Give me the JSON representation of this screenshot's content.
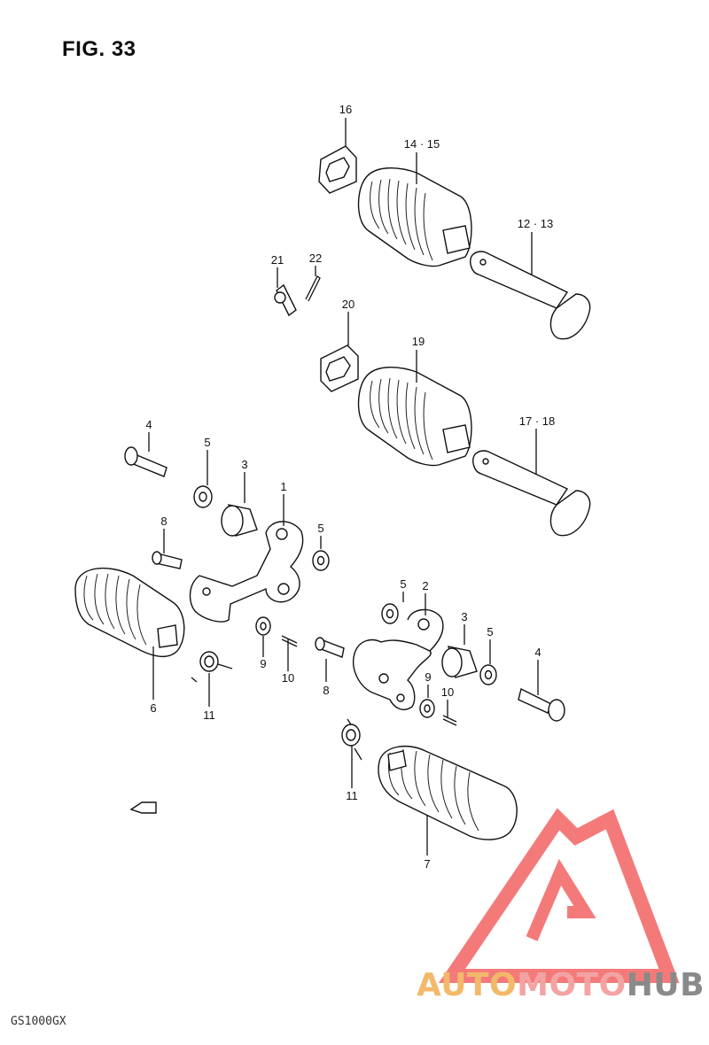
{
  "figure_title": "FIG. 33",
  "model_code": "GS1000GX",
  "watermark": {
    "parts": [
      "AUTO",
      "MOTO",
      "HUB"
    ],
    "colors": {
      "auto": "#f3b96a",
      "moto": "#f3a3a3",
      "hub": "#8a8a8a",
      "logo": "#f47a7a"
    }
  },
  "callouts": {
    "c16": "16",
    "c14_15": "14 · 15",
    "c12_13": "12 · 13",
    "c21": "21",
    "c22": "22",
    "c20": "20",
    "c19": "19",
    "c17_18": "17 · 18",
    "c4a": "4",
    "c5a": "5",
    "c3a": "3",
    "c1": "1",
    "c8a": "8",
    "c5b": "5",
    "c6": "6",
    "c11a": "11",
    "c9a": "9",
    "c10a": "10",
    "c8b": "8",
    "c5c": "5",
    "c2": "2",
    "c3b": "3",
    "c5d": "5",
    "c4b": "4",
    "c9b": "9",
    "c10b": "10",
    "c11b": "11",
    "c7": "7"
  }
}
